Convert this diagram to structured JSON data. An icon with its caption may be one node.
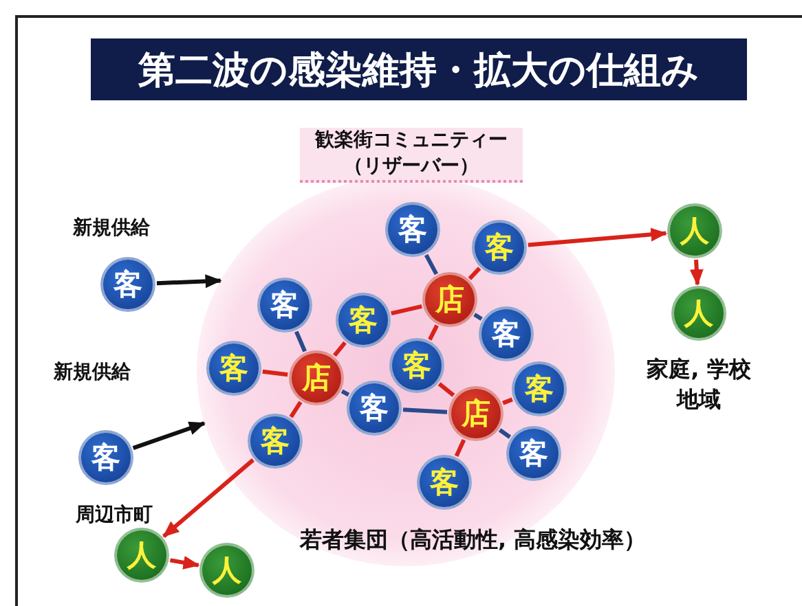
{
  "diagram": {
    "title": "第二波の感染維持・拡大の仕組み",
    "nodes": [
      {
        "text": [
          "歓楽街コミュニティー（リザーバー）",
          "若者集団（高活動性, 高感染効率）"
        ]
      },
      {
        "text": [
          "客"
        ],
        "in": 0
      },
      {
        "text": [
          "客"
        ],
        "in": 0
      },
      {
        "text": [
          "客"
        ],
        "beside": [
          "新規供給"
        ]
      },
      {
        "text": [
          "客"
        ],
        "in": 0
      },
      {
        "text": [
          "店"
        ],
        "in": 0
      },
      {
        "text": [
          "客"
        ],
        "in": 0
      },
      {
        "text": [
          "客"
        ],
        "in": 0
      },
      {
        "text": [
          "客"
        ],
        "in": 0
      },
      {
        "text": [
          "客"
        ],
        "in": 0
      },
      {
        "text": [
          "店"
        ],
        "in": 0
      },
      {
        "text": [
          "客"
        ],
        "in": 0
      },
      {
        "text": [
          "客"
        ],
        "in": 0
      },
      {
        "text": [
          "店"
        ],
        "in": 0
      },
      {
        "text": [
          "客"
        ],
        "in": 0
      },
      {
        "text": [
          "客"
        ],
        "beside": [
          "新規供給"
        ]
      },
      {
        "text": [
          "客"
        ],
        "in": 0
      },
      {
        "text": [
          "客"
        ],
        "in": 0
      },
      {
        "text": [
          "人"
        ]
      },
      {
        "text": [
          "人"
        ],
        "beside": [
          "家庭, 学校地域"
        ]
      },
      {
        "text": [
          "人"
        ],
        "beside": [
          "周辺市町"
        ]
      },
      {
        "text": [
          "人"
        ]
      }
    ],
    "edges": [
      {
        "from": 3,
        "to": 0,
        "arrow": "to",
        "color": "#111111"
      },
      {
        "from": 15,
        "to": 0,
        "arrow": "to",
        "color": "#111111"
      },
      {
        "from": 4,
        "to": 10,
        "arrow": "none",
        "color": "#2a4a8a"
      },
      {
        "from": 6,
        "to": 10,
        "arrow": "none"
      },
      {
        "from": 9,
        "to": 10,
        "arrow": "none"
      },
      {
        "from": 14,
        "to": 10,
        "arrow": "none"
      },
      {
        "from": 12,
        "to": 10,
        "arrow": "none",
        "color": "#2a4a8a"
      },
      {
        "from": 6,
        "to": 5,
        "arrow": "none"
      },
      {
        "from": 12,
        "to": 13,
        "arrow": "none",
        "color": "#2a4a8a"
      },
      {
        "from": 1,
        "to": 5,
        "arrow": "none",
        "color": "#2a4a8a"
      },
      {
        "from": 2,
        "to": 5,
        "arrow": "none"
      },
      {
        "from": 7,
        "to": 5,
        "arrow": "none",
        "color": "#2a4a8a"
      },
      {
        "from": 8,
        "to": 5,
        "arrow": "none"
      },
      {
        "from": 8,
        "to": 13,
        "arrow": "none"
      },
      {
        "from": 11,
        "to": 13,
        "arrow": "none"
      },
      {
        "from": 16,
        "to": 13,
        "arrow": "none",
        "color": "#2a4a8a"
      },
      {
        "from": 17,
        "to": 13,
        "arrow": "none"
      },
      {
        "from": 2,
        "to": 18,
        "arrow": "to"
      },
      {
        "from": 18,
        "to": 19,
        "arrow": "to"
      },
      {
        "from": 14,
        "to": 20,
        "arrow": "to"
      },
      {
        "from": 20,
        "to": 21,
        "arrow": "to"
      }
    ]
  }
}
